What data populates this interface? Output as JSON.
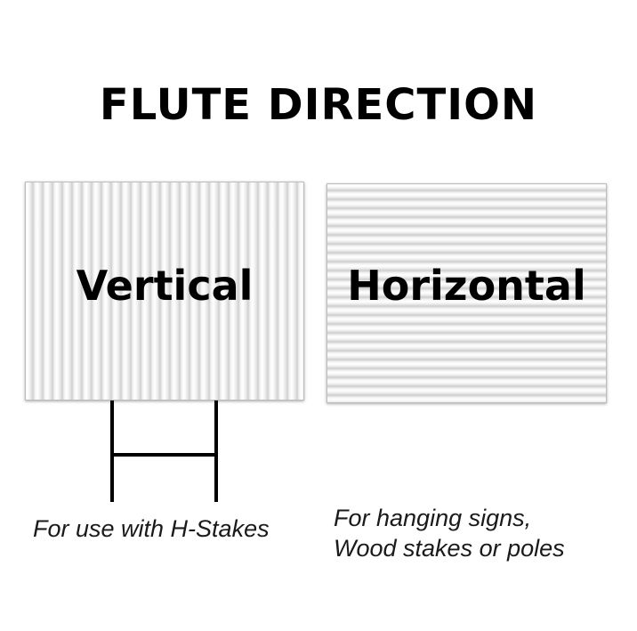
{
  "title": "FLUTE DIRECTION",
  "signs": {
    "vertical": {
      "label": "Vertical",
      "caption": "For use with H-Stakes"
    },
    "horizontal": {
      "label": "Horizontal",
      "caption_lines": [
        "For hanging signs,",
        "Wood stakes or poles"
      ]
    }
  },
  "colors": {
    "text": "#000000",
    "sign_base": "#f2f2f2",
    "flute_shadow": "#cdcdcd",
    "stake": "#000000"
  }
}
